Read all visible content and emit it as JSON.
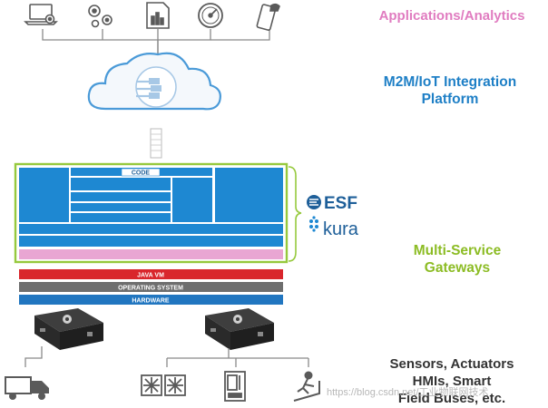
{
  "colors": {
    "apps_label": "#e07cc0",
    "platform_label": "#1e7fc6",
    "gateway_label": "#8cbc24",
    "sensor_label": "#333333",
    "blue_block": "#1e88d2",
    "green_frame": "#96c93d",
    "pink_bar": "#e9a6d3",
    "red_bar": "#d9262c",
    "gray_bar": "#6e6e6e",
    "hardware_bar": "#2176c0",
    "icon_gray": "#5a5a5a"
  },
  "labels": {
    "applications": "Applications/Analytics",
    "platform_line1": "M2M/IoT Integration",
    "platform_line2": "Platform",
    "gateways_line1": "Multi-Service",
    "gateways_line2": "Gateways",
    "sensors_line1": "Sensors, Actuators",
    "sensors_line2": "HMIs, Smart",
    "sensors_line3": "Field Buses, etc."
  },
  "stack": {
    "code": "CODE",
    "java_vm": "JAVA VM",
    "operating_system": "OPERATING SYSTEM",
    "hardware": "HARDWARE"
  },
  "brands": {
    "esf": "ESF",
    "kura": "kura"
  },
  "watermark": "https://blog.csdn.net/工业物联网技术"
}
